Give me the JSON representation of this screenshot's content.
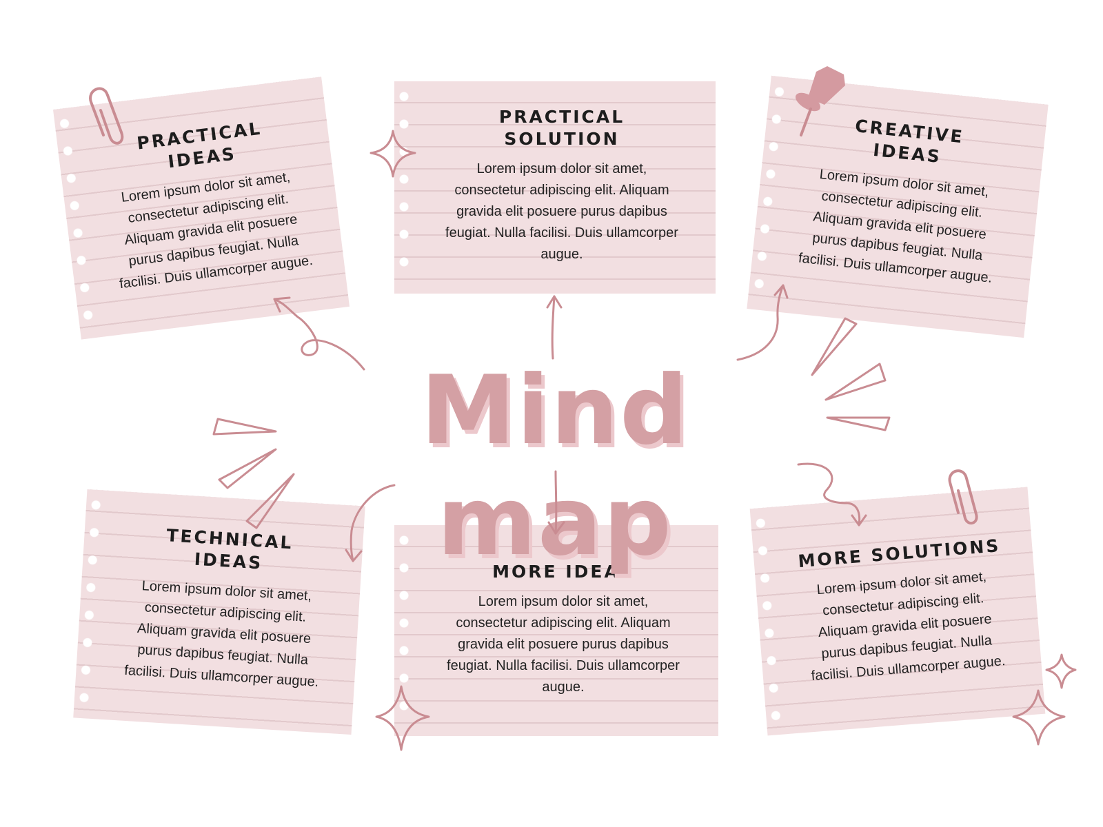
{
  "colors": {
    "paper": "#f2dfe1",
    "paper_line": "#e2c9cc",
    "accent": "#d4a0a4",
    "accent_shadow": "#ecc8cc",
    "stroke": "#c98c92",
    "text": "#1d1d1d"
  },
  "center": {
    "title": "Mind map"
  },
  "nodes": [
    {
      "id": "practical-ideas",
      "title": "Practical Ideas",
      "body": "Lorem ipsum dolor sit amet, consectetur adipiscing elit. Aliquam gravida elit posuere purus dapibus feugiat. Nulla facilisi. Duis ullamcorper augue."
    },
    {
      "id": "practical-solution",
      "title": "Practical Solution",
      "body": "Lorem ipsum dolor sit amet, consectetur adipiscing elit. Aliquam gravida elit posuere purus dapibus feugiat. Nulla facilisi. Duis ullamcorper augue."
    },
    {
      "id": "creative-ideas",
      "title": "Creative Ideas",
      "body": "Lorem ipsum dolor sit amet, consectetur adipiscing elit. Aliquam gravida elit posuere purus dapibus feugiat. Nulla facilisi. Duis ullamcorper augue."
    },
    {
      "id": "technical-ideas",
      "title": "Technical Ideas",
      "body": "Lorem ipsum dolor sit amet, consectetur adipiscing elit. Aliquam gravida elit posuere purus dapibus feugiat. Nulla facilisi. Duis ullamcorper augue."
    },
    {
      "id": "more-ideas",
      "title": "More Ideas",
      "body": "Lorem ipsum dolor sit amet, consectetur adipiscing elit. Aliquam gravida elit posuere purus dapibus feugiat. Nulla facilisi. Duis ullamcorper augue."
    },
    {
      "id": "more-solutions",
      "title": "More Solutions",
      "body": "Lorem ipsum dolor sit amet, consectetur adipiscing elit. Aliquam gravida elit posuere purus dapibus feugiat. Nulla facilisi. Duis ullamcorper augue."
    }
  ],
  "icons": [
    "paperclip-icon",
    "pushpin-icon",
    "sparkle-icon",
    "arrow-icon",
    "burst-lines-icon"
  ]
}
